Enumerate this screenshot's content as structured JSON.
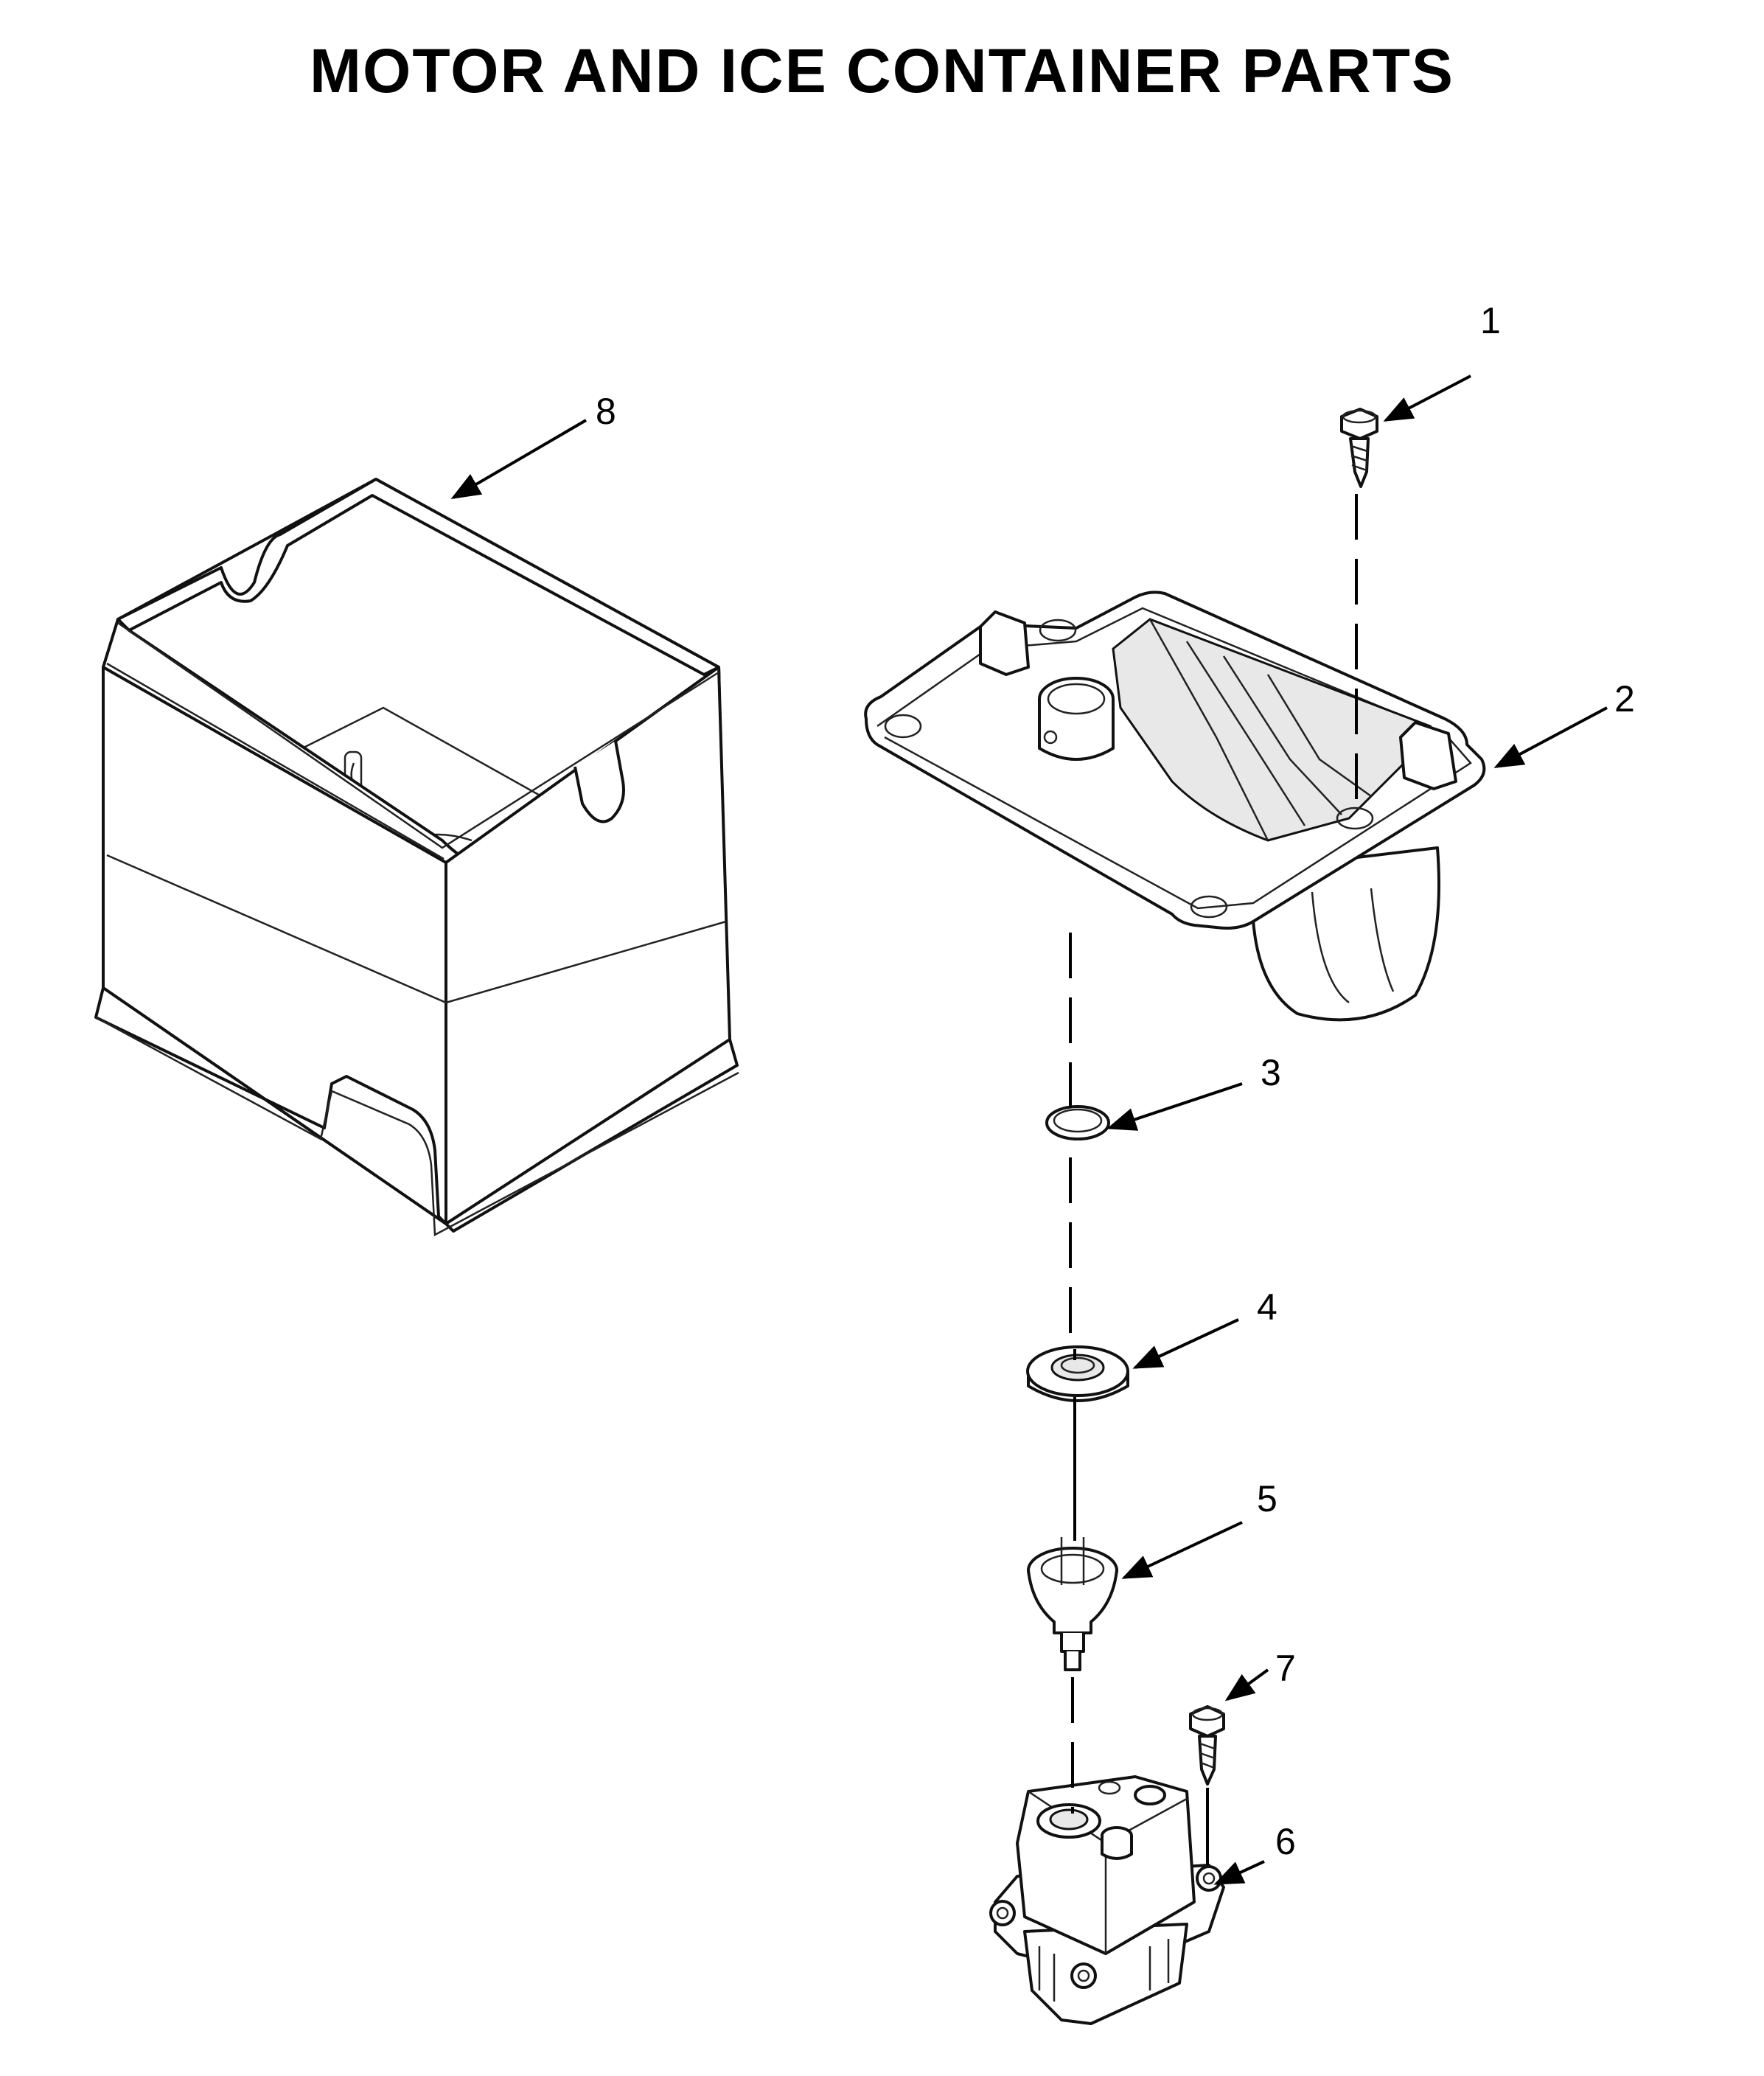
{
  "title": "MOTOR AND ICE CONTAINER PARTS",
  "callouts": [
    "1",
    "2",
    "3",
    "4",
    "5",
    "6",
    "7",
    "8"
  ]
}
